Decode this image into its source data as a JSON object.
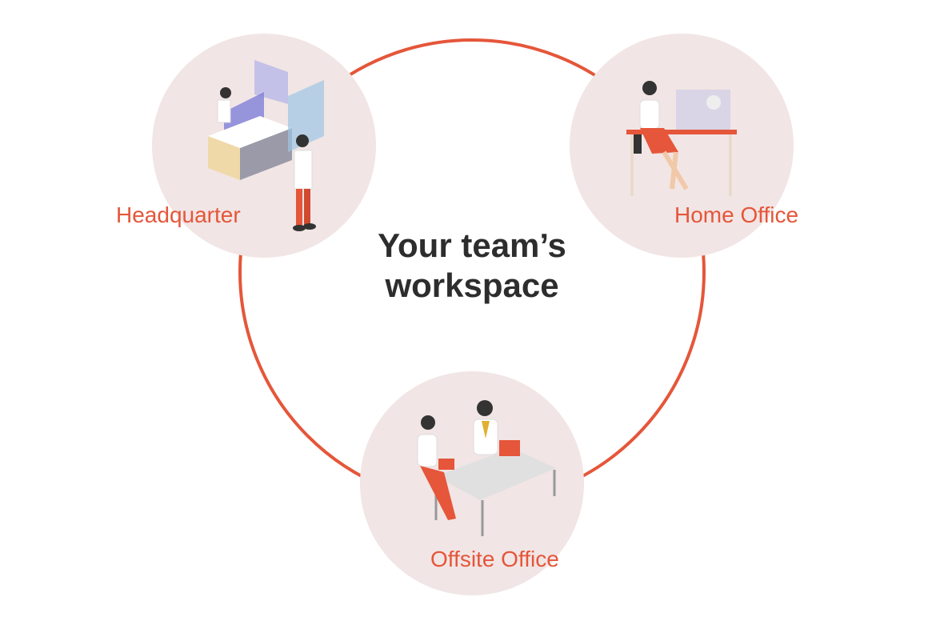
{
  "title_line1": "Your team’s",
  "title_line2": "workspace",
  "nodes": [
    {
      "label": "Headquarter",
      "icon": "headquarter-illustration"
    },
    {
      "label": "Home Office",
      "icon": "home-office-illustration"
    },
    {
      "label": "Offsite Office",
      "icon": "offsite-office-illustration"
    }
  ],
  "colors": {
    "accent": "#e5563a",
    "node_fill": "#f1e5e5",
    "text": "#2d2d2d"
  }
}
